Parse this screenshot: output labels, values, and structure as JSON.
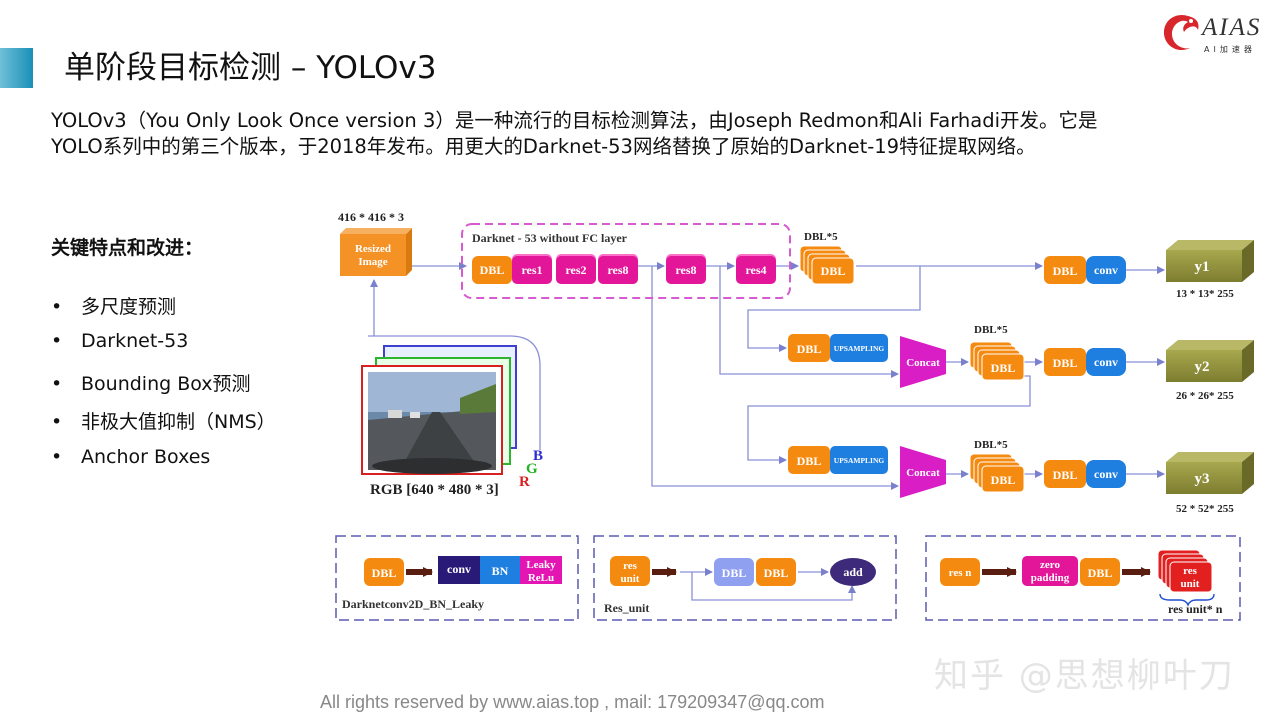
{
  "header": {
    "title": "单阶段目标检测 – YOLOv3",
    "logo_text": "AIAS",
    "logo_sub": "AI加速器"
  },
  "intro": {
    "line1": "YOLOv3（You Only Look Once version 3）是一种流行的目标检测算法，由Joseph Redmon和Ali Farhadi开发。它是",
    "line2": "YOLO系列中的第三个版本，于2018年发布。用更大的Darknet-53网络替换了原始的Darknet-19特征提取网络。"
  },
  "features": {
    "heading": "关键特点和改进：",
    "bullet": "•",
    "items": [
      "多尺度预测",
      "Darknet-53",
      "Bounding Box预测",
      "非极大值抑制（NMS）",
      "Anchor Boxes"
    ]
  },
  "diagram": {
    "input_size": "416 * 416 * 3",
    "resized_image": [
      "Resized",
      "Image"
    ],
    "rgb_label": "RGB [640 * 480  * 3]",
    "channels": [
      "B",
      "G",
      "R"
    ],
    "backbone_title": "Darknet - 53 without    FC layer",
    "backbone_blocks": [
      "DBL",
      "res1",
      "res2",
      "res8"
    ],
    "res8_2": "res8",
    "res4": "res4",
    "dbl5": "DBL*5",
    "dbl": "DBL",
    "conv": "conv",
    "upsampling": "UPSAMPLING",
    "concat": "Concat",
    "outputs": [
      {
        "label": "y1",
        "size": "13 * 13* 255"
      },
      {
        "label": "y2",
        "size": "26 * 26* 255"
      },
      {
        "label": "y3",
        "size": "52 * 52* 255"
      }
    ],
    "legend_dbl": {
      "caption": "Darknetconv2D_BN_Leaky",
      "dbl": "DBL",
      "conv": "conv",
      "bn": "BN",
      "leaky": [
        "Leaky",
        "ReLu"
      ]
    },
    "legend_res_unit": {
      "caption": "Res_unit",
      "res_unit": [
        "res",
        "unit"
      ],
      "dbl": "DBL",
      "add": "add"
    },
    "legend_res_n": {
      "caption": "res unit* n",
      "res_n": "res n",
      "zero_padding": [
        "zero",
        "padding"
      ],
      "dbl": "DBL",
      "res_unit": [
        "res",
        "unit"
      ]
    }
  },
  "watermark": "知乎 @思想柳叶刀",
  "footer": "All rights reserved by www.aias.top , mail: 179209347@qq.com",
  "colors": {
    "dbl": "#f58a10",
    "res": "#e3169a",
    "conv": "#1f7fe0",
    "output": "#8c8c3a",
    "dashed": "#d65ad0",
    "arrow": "#8a90d6",
    "bn": "#1f7fe0",
    "dbl_light": "#8fa0f0",
    "add": "#3d2a7a"
  }
}
